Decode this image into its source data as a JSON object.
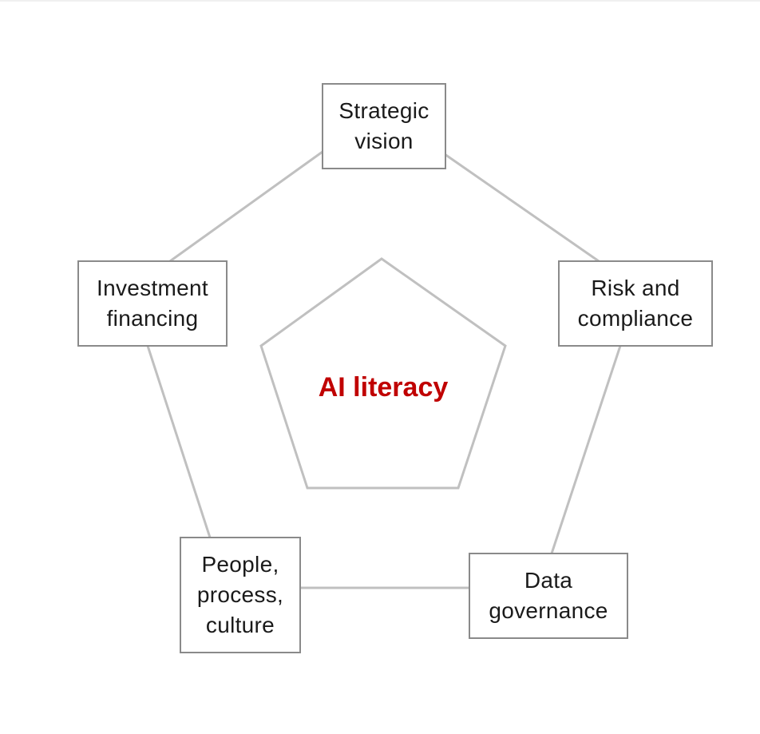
{
  "diagram": {
    "center": {
      "label": "AI literacy",
      "color": "#c00000"
    },
    "line_color": "#c0c0c0",
    "border_color": "#8a8a8a",
    "nodes": {
      "strategic_vision": "Strategic\nvision",
      "risk_compliance": "Risk and\ncompliance",
      "data_governance": "Data\ngovernance",
      "people_process_culture": "People,\nprocess,\nculture",
      "investment_financing": "Investment\nfinancing"
    }
  }
}
